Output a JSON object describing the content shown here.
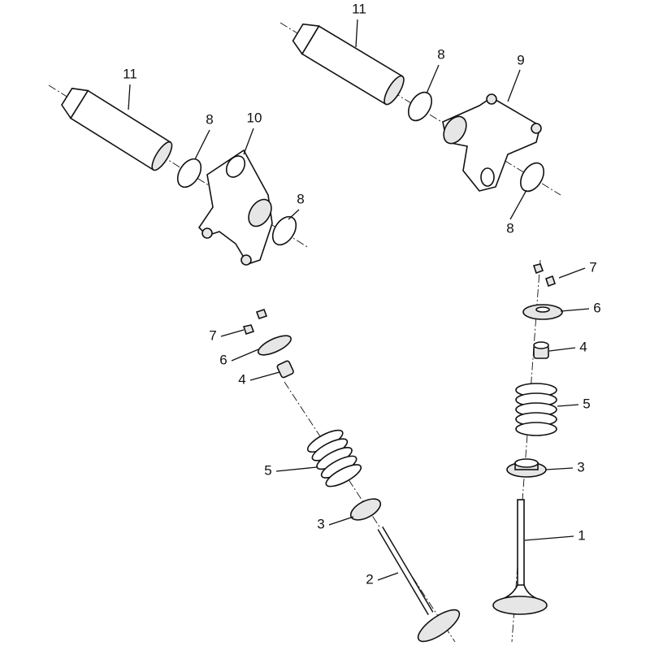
{
  "diagram": {
    "callouts": {
      "shaft_left": "11",
      "shaft_right": "11",
      "washer_left_a": "8",
      "rocker_left": "10",
      "washer_left_b": "8",
      "washer_right_a": "8",
      "rocker_right": "9",
      "washer_right_b": "8",
      "keeper_right": "7",
      "retainer_right": "6",
      "seal_right": "4",
      "spring_right": "5",
      "seat_right": "3",
      "valve_right": "1",
      "keeper_left": "7",
      "retainer_left": "6",
      "seal_left": "4",
      "spring_left": "5",
      "seat_left": "3",
      "valve_left": "2"
    }
  }
}
